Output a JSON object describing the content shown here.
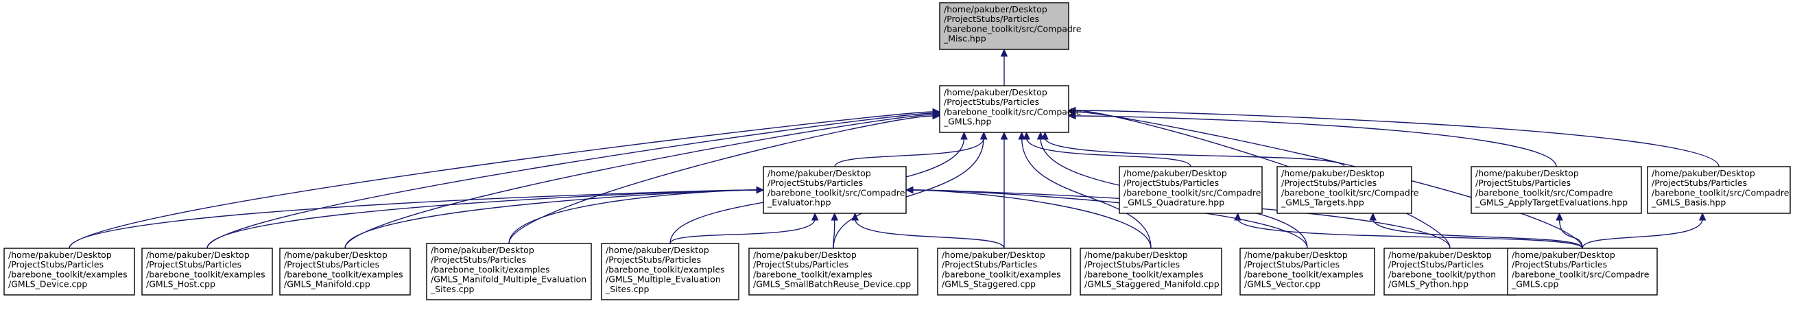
{
  "colors": {
    "edge": "#191970",
    "root_fill": "#bfbfbf",
    "node_fill": "#ffffff",
    "node_border": "#000000"
  },
  "nodes": [
    {
      "id": "misc",
      "root": true,
      "lines": [
        "/home/pakuber/Desktop",
        "/ProjectStubs/Particles",
        "/barebone_toolkit/src/Compadre",
        "_Misc.hpp"
      ]
    },
    {
      "id": "gmls_hpp",
      "lines": [
        "/home/pakuber/Desktop",
        "/ProjectStubs/Particles",
        "/barebone_toolkit/src/Compadre",
        "_GMLS.hpp"
      ]
    },
    {
      "id": "evaluator",
      "lines": [
        "/home/pakuber/Desktop",
        "/ProjectStubs/Particles",
        "/barebone_toolkit/src/Compadre",
        "_Evaluator.hpp"
      ]
    },
    {
      "id": "quadrature",
      "lines": [
        "/home/pakuber/Desktop",
        "/ProjectStubs/Particles",
        "/barebone_toolkit/src/Compadre",
        "_GMLS_Quadrature.hpp"
      ]
    },
    {
      "id": "targets",
      "lines": [
        "/home/pakuber/Desktop",
        "/ProjectStubs/Particles",
        "/barebone_toolkit/src/Compadre",
        "_GMLS_Targets.hpp"
      ]
    },
    {
      "id": "applytarget",
      "lines": [
        "/home/pakuber/Desktop",
        "/ProjectStubs/Particles",
        "/barebone_toolkit/src/Compadre",
        "_GMLS_ApplyTargetEvaluations.hpp"
      ]
    },
    {
      "id": "basis",
      "lines": [
        "/home/pakuber/Desktop",
        "/ProjectStubs/Particles",
        "/barebone_toolkit/src/Compadre",
        "_GMLS_Basis.hpp"
      ]
    },
    {
      "id": "device",
      "lines": [
        "/home/pakuber/Desktop",
        "/ProjectStubs/Particles",
        "/barebone_toolkit/examples",
        "/GMLS_Device.cpp"
      ]
    },
    {
      "id": "host",
      "lines": [
        "/home/pakuber/Desktop",
        "/ProjectStubs/Particles",
        "/barebone_toolkit/examples",
        "/GMLS_Host.cpp"
      ]
    },
    {
      "id": "manifold",
      "lines": [
        "/home/pakuber/Desktop",
        "/ProjectStubs/Particles",
        "/barebone_toolkit/examples",
        "/GMLS_Manifold.cpp"
      ]
    },
    {
      "id": "manifold_multi",
      "lines": [
        "/home/pakuber/Desktop",
        "/ProjectStubs/Particles",
        "/barebone_toolkit/examples",
        "/GMLS_Manifold_Multiple_Evaluation",
        "_Sites.cpp"
      ]
    },
    {
      "id": "multi_eval",
      "lines": [
        "/home/pakuber/Desktop",
        "/ProjectStubs/Particles",
        "/barebone_toolkit/examples",
        "/GMLS_Multiple_Evaluation",
        "_Sites.cpp"
      ]
    },
    {
      "id": "small_batch",
      "lines": [
        "/home/pakuber/Desktop",
        "/ProjectStubs/Particles",
        "/barebone_toolkit/examples",
        "/GMLS_SmallBatchReuse_Device.cpp"
      ]
    },
    {
      "id": "staggered",
      "lines": [
        "/home/pakuber/Desktop",
        "/ProjectStubs/Particles",
        "/barebone_toolkit/examples",
        "/GMLS_Staggered.cpp"
      ]
    },
    {
      "id": "staggered_manifold",
      "lines": [
        "/home/pakuber/Desktop",
        "/ProjectStubs/Particles",
        "/barebone_toolkit/examples",
        "/GMLS_Staggered_Manifold.cpp"
      ]
    },
    {
      "id": "vector",
      "lines": [
        "/home/pakuber/Desktop",
        "/ProjectStubs/Particles",
        "/barebone_toolkit/examples",
        "/GMLS_Vector.cpp"
      ]
    },
    {
      "id": "python",
      "lines": [
        "/home/pakuber/Desktop",
        "/ProjectStubs/Particles",
        "/barebone_toolkit/python",
        "/GMLS_Python.hpp"
      ]
    },
    {
      "id": "gmls_cpp",
      "lines": [
        "/home/pakuber/Desktop",
        "/ProjectStubs/Particles",
        "/barebone_toolkit/src/Compadre",
        "_GMLS.cpp"
      ]
    }
  ],
  "edges": [
    {
      "from": "gmls_hpp",
      "to": "misc"
    },
    {
      "from": "evaluator",
      "to": "gmls_hpp"
    },
    {
      "from": "quadrature",
      "to": "gmls_hpp"
    },
    {
      "from": "targets",
      "to": "gmls_hpp"
    },
    {
      "from": "applytarget",
      "to": "gmls_hpp"
    },
    {
      "from": "basis",
      "to": "gmls_hpp"
    },
    {
      "from": "device",
      "to": "gmls_hpp"
    },
    {
      "from": "host",
      "to": "gmls_hpp"
    },
    {
      "from": "manifold",
      "to": "gmls_hpp"
    },
    {
      "from": "manifold_multi",
      "to": "gmls_hpp"
    },
    {
      "from": "multi_eval",
      "to": "gmls_hpp"
    },
    {
      "from": "small_batch",
      "to": "gmls_hpp"
    },
    {
      "from": "staggered",
      "to": "gmls_hpp"
    },
    {
      "from": "staggered_manifold",
      "to": "gmls_hpp"
    },
    {
      "from": "vector",
      "to": "gmls_hpp"
    },
    {
      "from": "python",
      "to": "gmls_hpp"
    },
    {
      "from": "gmls_cpp",
      "to": "gmls_hpp"
    },
    {
      "from": "device",
      "to": "evaluator"
    },
    {
      "from": "host",
      "to": "evaluator"
    },
    {
      "from": "manifold",
      "to": "evaluator"
    },
    {
      "from": "manifold_multi",
      "to": "evaluator"
    },
    {
      "from": "multi_eval",
      "to": "evaluator"
    },
    {
      "from": "small_batch",
      "to": "evaluator"
    },
    {
      "from": "staggered",
      "to": "evaluator"
    },
    {
      "from": "staggered_manifold",
      "to": "evaluator"
    },
    {
      "from": "vector",
      "to": "evaluator"
    },
    {
      "from": "python",
      "to": "evaluator"
    },
    {
      "from": "gmls_cpp",
      "to": "quadrature"
    },
    {
      "from": "gmls_cpp",
      "to": "targets"
    },
    {
      "from": "gmls_cpp",
      "to": "applytarget"
    },
    {
      "from": "gmls_cpp",
      "to": "basis"
    }
  ]
}
